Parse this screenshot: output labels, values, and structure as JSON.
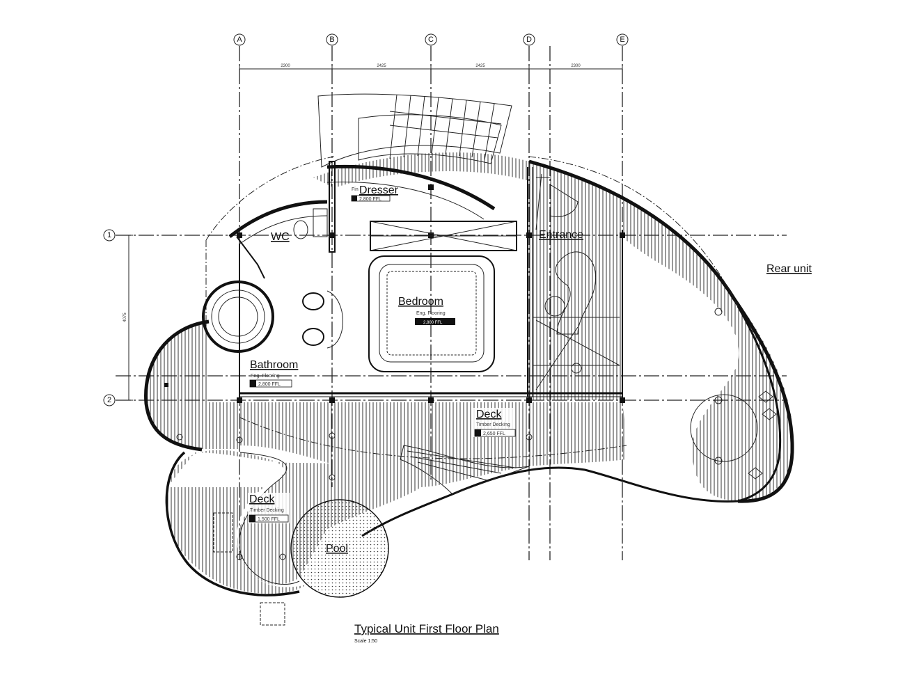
{
  "grid": {
    "columns": [
      "A",
      "B",
      "C",
      "D",
      "E"
    ],
    "rows": [
      "1",
      "2"
    ]
  },
  "dimensions": {
    "top": [
      "2300",
      "2425",
      "2425",
      "2300"
    ],
    "side": "4075"
  },
  "rooms": {
    "dresser": {
      "label": "Dresser",
      "prefix": "Fin",
      "level": "2,800 FFL"
    },
    "wc": {
      "label": "WC"
    },
    "entrance": {
      "label": "Entrance"
    },
    "bedroom": {
      "label": "Bedroom",
      "finish": "Eng. Flooring",
      "level": "2,800 FFL"
    },
    "bathroom": {
      "label": "Bathroom",
      "finish": "Eng. Flooring",
      "level": "2,800 FFL"
    },
    "deck_front": {
      "label": "Deck",
      "finish": "Timber Decking",
      "level": "2,650 FFL"
    },
    "deck_lower": {
      "label": "Deck",
      "finish": "Timber Decking",
      "level": "1,500 FFL"
    },
    "pool": {
      "label": "Pool"
    },
    "rear_unit": {
      "label": "Rear unit"
    }
  },
  "title": {
    "main": "Typical Unit First Floor Plan",
    "scale": "Scale 1:50"
  },
  "colors": {
    "ink": "#111111",
    "paper": "#ffffff",
    "hatch": "#333333"
  }
}
